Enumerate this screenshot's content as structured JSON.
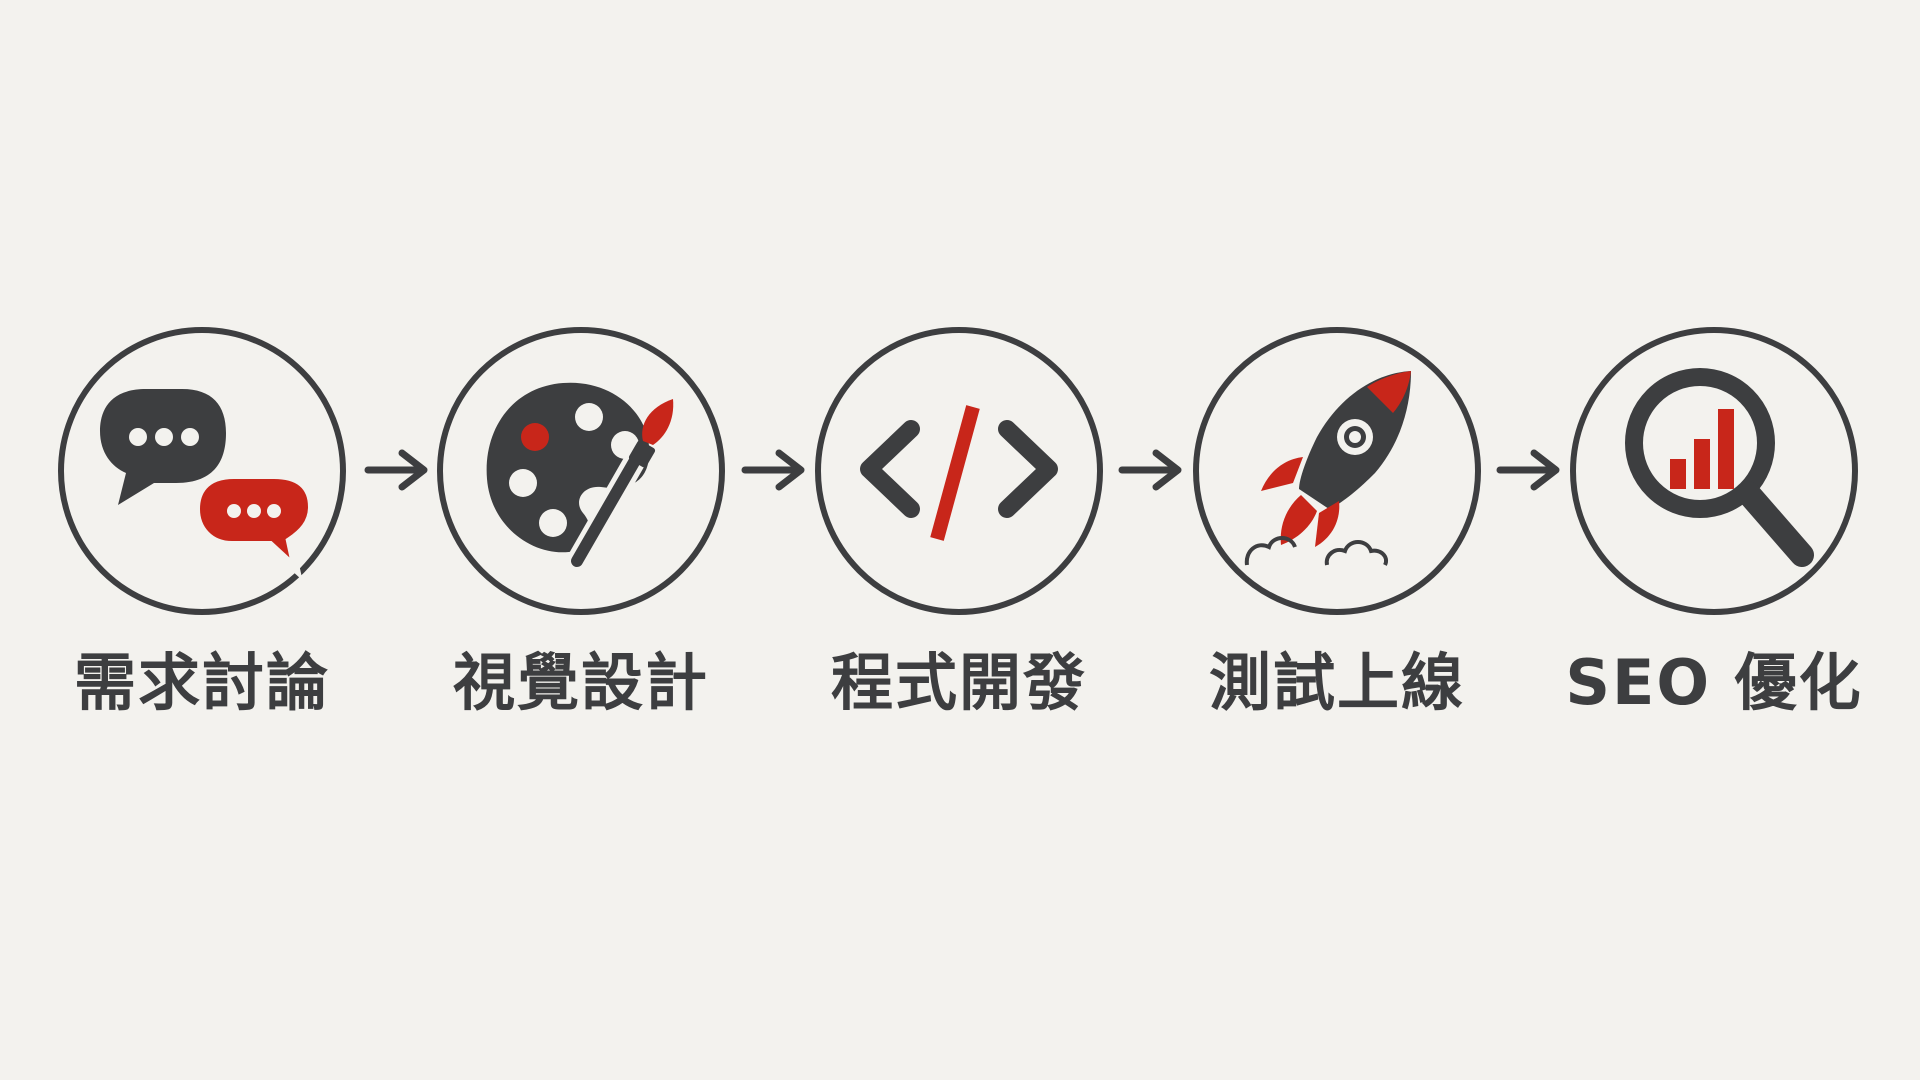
{
  "steps": [
    {
      "label": "需求討論",
      "icon": "chat-bubbles-icon"
    },
    {
      "label": "視覺設計",
      "icon": "palette-brush-icon"
    },
    {
      "label": "程式開發",
      "icon": "code-icon"
    },
    {
      "label": "測試上線",
      "icon": "rocket-icon"
    },
    {
      "label": "SEO 優化",
      "icon": "magnifier-chart-icon"
    }
  ],
  "colors": {
    "dark": "#3d3e40",
    "accent": "#c8261a",
    "background": "#f3f2ee"
  }
}
